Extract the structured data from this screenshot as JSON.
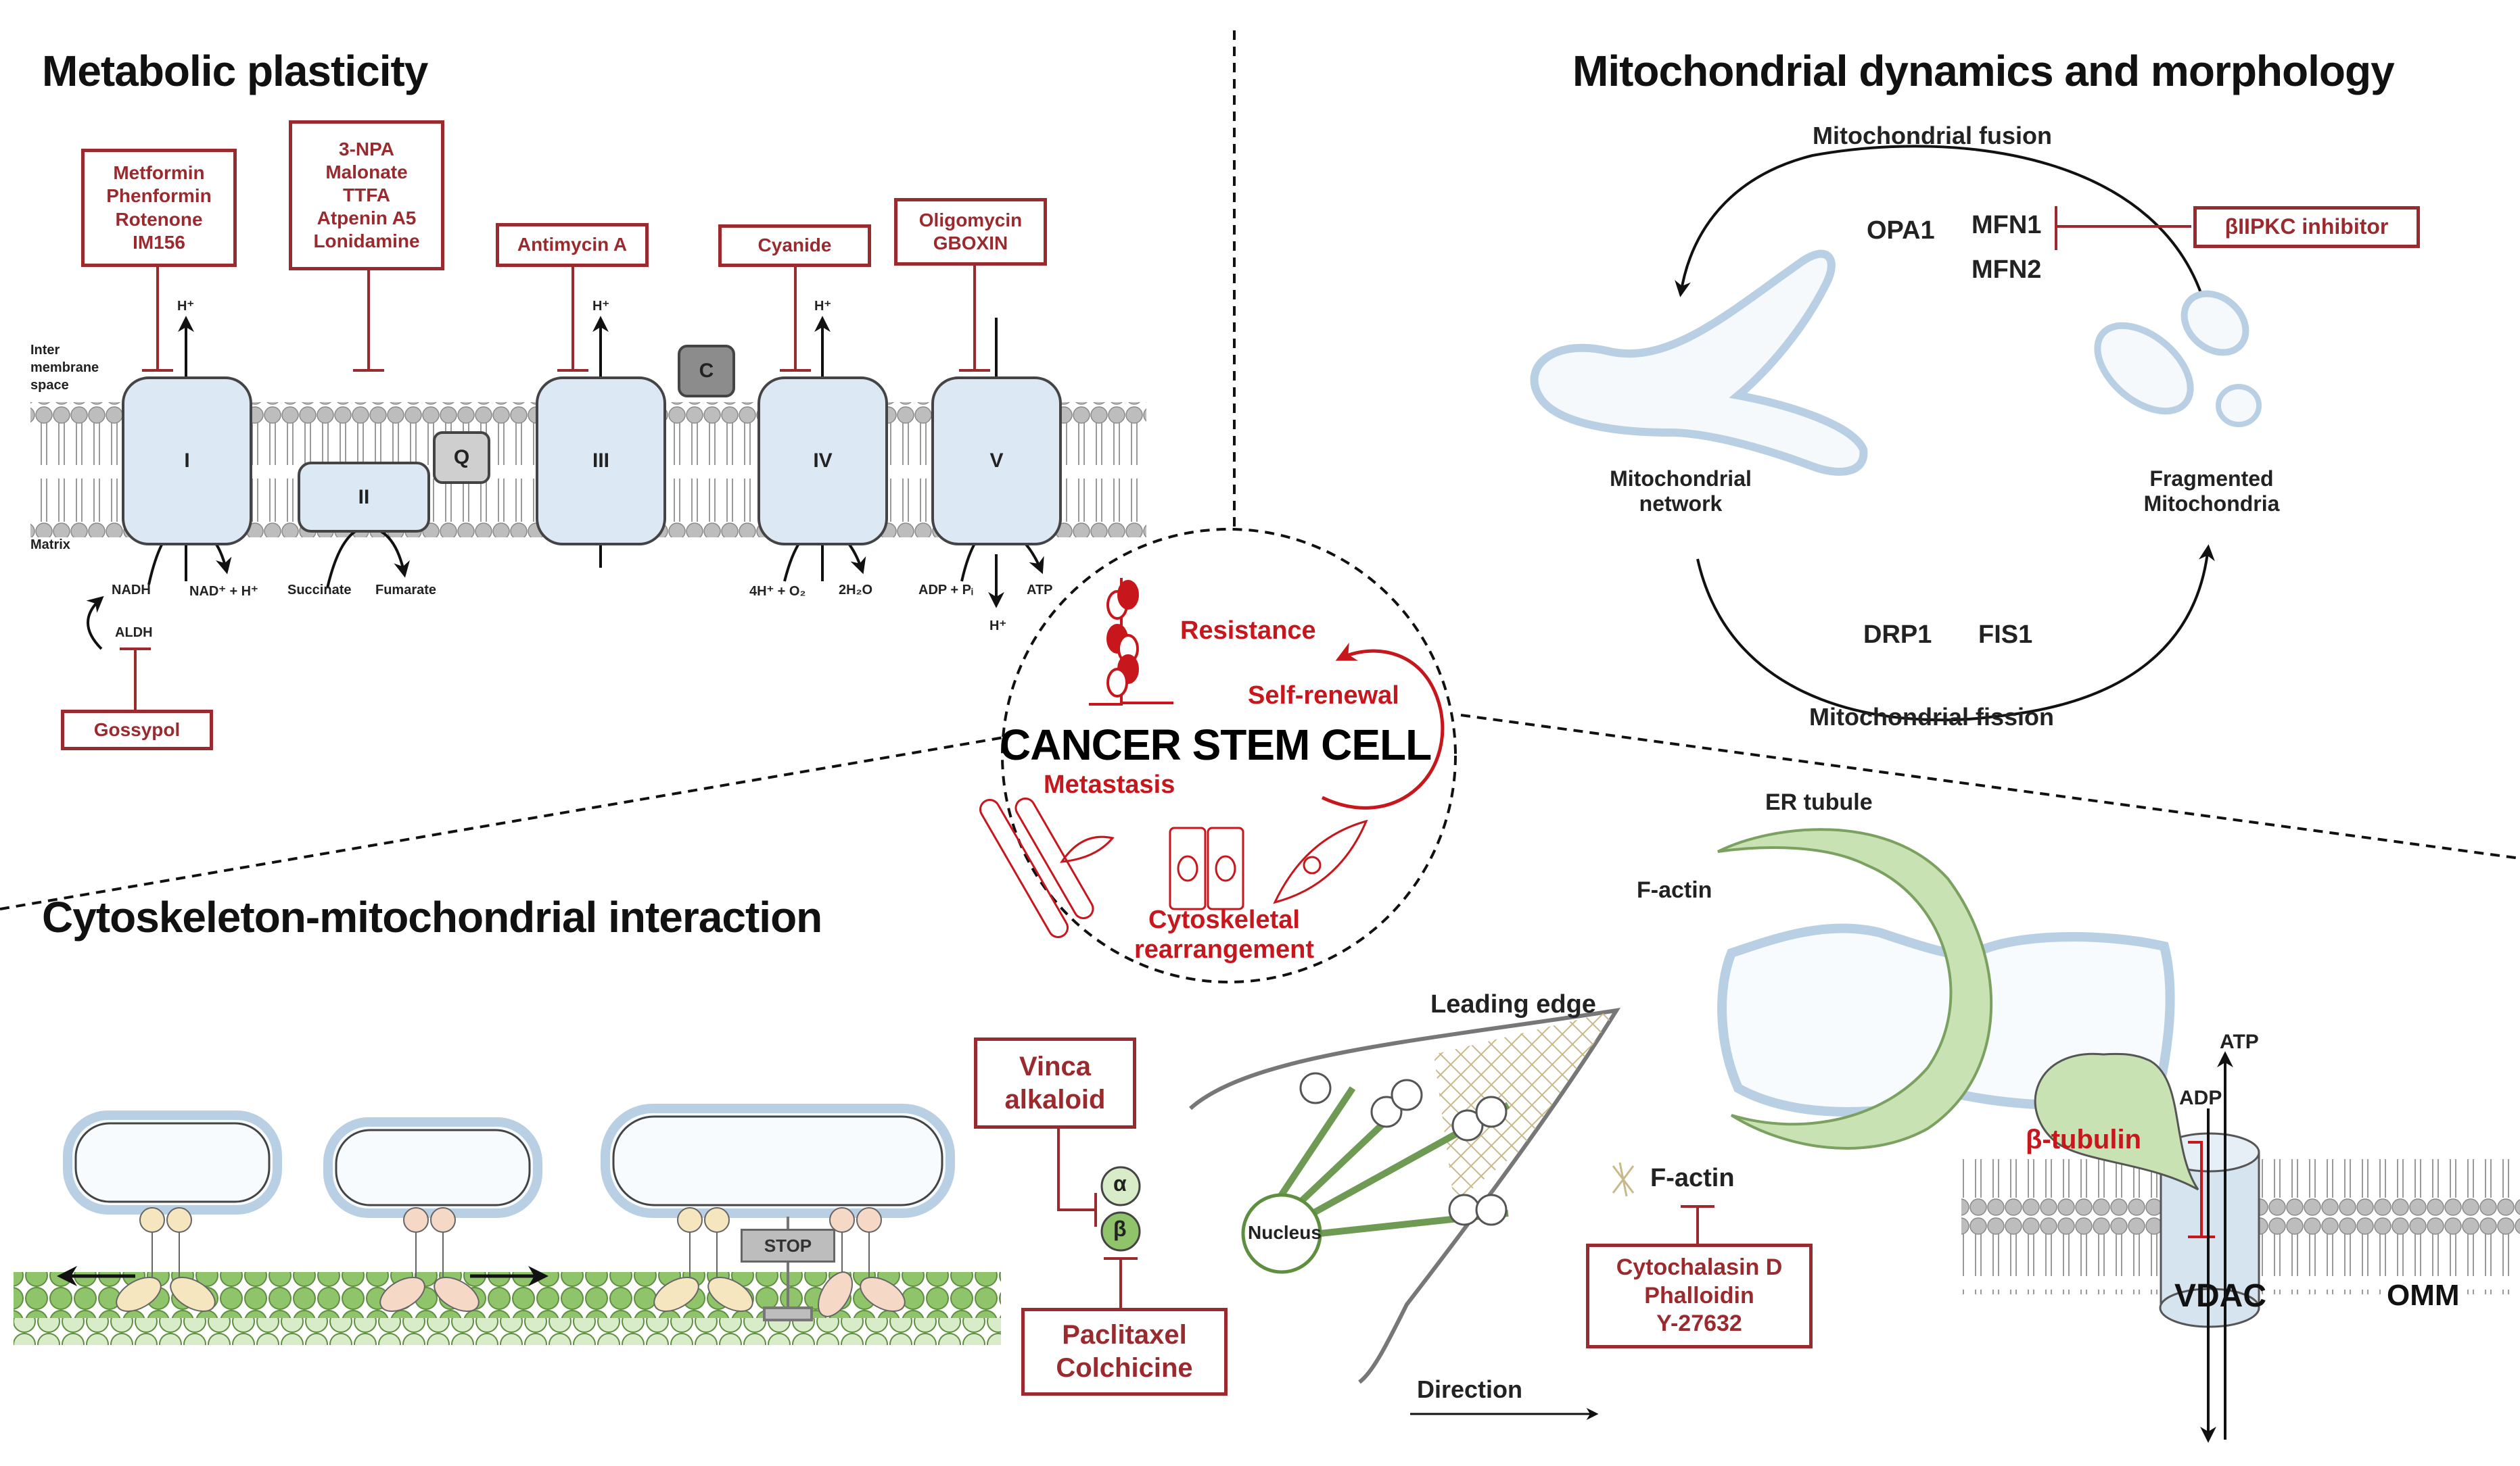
{
  "sections": {
    "metabolic": {
      "title": "Metabolic plasticity",
      "inhibitors": {
        "complex_I": [
          "Metformin",
          "Phenformin",
          "Rotenone",
          "IM156"
        ],
        "complex_II": [
          "3-NPA",
          "Malonate",
          "TTFA",
          "Atpenin A5",
          "Lonidamine"
        ],
        "complex_III": [
          "Antimycin A"
        ],
        "complex_IV": [
          "Cyanide"
        ],
        "complex_V": [
          "Oligomycin",
          "GBOXIN"
        ],
        "aldh": [
          "Gossypol"
        ]
      },
      "complexes": {
        "I": "I",
        "II": "II",
        "III": "III",
        "IV": "IV",
        "V": "V",
        "Q": "Q",
        "C": "C"
      },
      "labels": {
        "intermembrane": [
          "Inter",
          "membrane",
          "space"
        ],
        "matrix": "Matrix",
        "h_plus": "H⁺",
        "nadh": "NADH",
        "nad": "NAD⁺ + H⁺",
        "succinate": "Succinate",
        "fumarate": "Fumarate",
        "o2": "4H⁺ + O₂",
        "water": "2H₂O",
        "adp": "ADP + Pᵢ",
        "atp": "ATP",
        "aldh": "ALDH"
      }
    },
    "dynamics": {
      "title": "Mitochondrial dynamics and morphology",
      "fusion": "Mitochondrial fusion",
      "fission": "Mitochondrial fission",
      "opa1": "OPA1",
      "mfn1": "MFN1",
      "mfn2": "MFN2",
      "drp1": "DRP1",
      "fis1": "FIS1",
      "inhibitor": "βIIPKC inhibitor",
      "network": [
        "Mitochondrial",
        "network"
      ],
      "fragmented": [
        "Fragmented",
        "Mitochondria"
      ]
    },
    "center": {
      "title": "CANCER STEM CELL",
      "resistance": "Resistance",
      "self_renewal": "Self-renewal",
      "metastasis": "Metastasis",
      "cytoskeletal": [
        "Cytoskeletal",
        "rearrangement"
      ]
    },
    "cytoskeleton": {
      "title": "Cytoskeleton-mitochondrial interaction",
      "stop": "STOP",
      "alpha": "α",
      "beta": "β",
      "vinca": [
        "Vinca",
        "alkaloid"
      ],
      "paclitaxel": [
        "Paclitaxel",
        "Colchicine"
      ]
    },
    "migration": {
      "er_tubule": "ER tubule",
      "f_actin_top": "F-actin",
      "leading_edge": "Leading edge",
      "nucleus": "Nucleus",
      "f_actin": "F-actin",
      "actin_inhibitors": [
        "Cytochalasin D",
        "Phalloidin",
        "Y-27632"
      ],
      "direction": "Direction",
      "atp": "ATP",
      "adp": "ADP",
      "beta_tubulin": "β-tubulin",
      "vdac": "VDAC",
      "omm": "OMM"
    }
  },
  "colors": {
    "inhibitor_red": "#9b2a2e",
    "bright_red": "#c8161d",
    "complex_fill": "#dce8f4",
    "microtubule_green": "#8fc46a",
    "er_green": "#c9e2b3"
  }
}
